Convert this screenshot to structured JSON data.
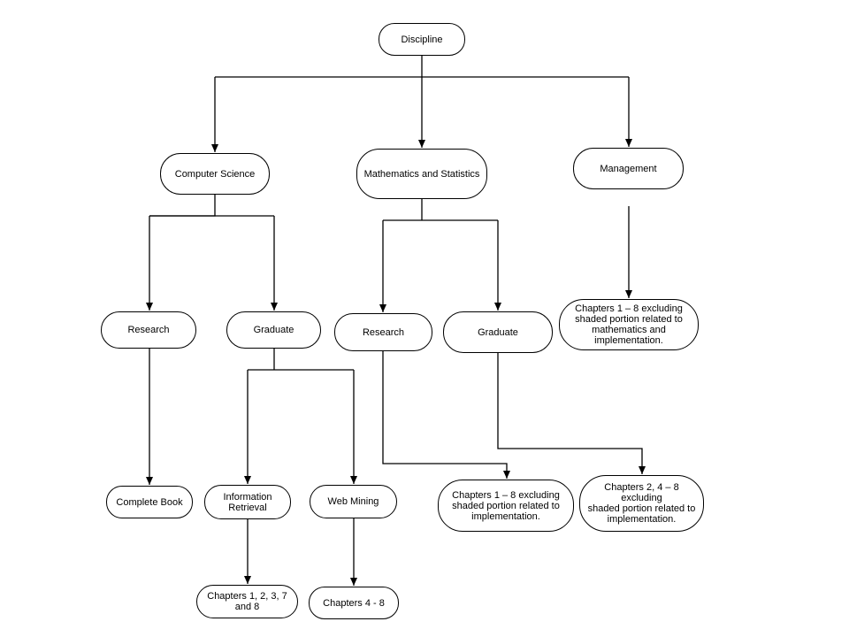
{
  "diagram": {
    "nodes": {
      "discipline": "Discipline",
      "computer_science": "Computer Science",
      "math_stats": "Mathematics and Statistics",
      "management": "Management",
      "management_chapters": "Chapters 1 – 8 excluding\nshaded portion related to\nmathematics and\nimplementation.",
      "cs_research": "Research",
      "cs_graduate": "Graduate",
      "ms_research": "Research",
      "ms_graduate": "Graduate",
      "complete_book": "Complete Book",
      "information_retrieval": "Information\nRetrieval",
      "web_mining": "Web Mining",
      "ms_research_chapters": "Chapters 1 – 8 excluding\nshaded portion related to\nimplementation.",
      "ms_graduate_chapters": "Chapters 2, 4 – 8 excluding\nshaded portion related to\nimplementation.",
      "ir_chapters": "Chapters 1, 2, 3, 7\nand  8",
      "wm_chapters": "Chapters 4 - 8"
    }
  }
}
